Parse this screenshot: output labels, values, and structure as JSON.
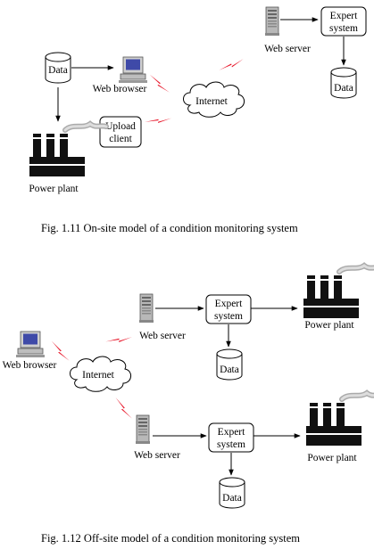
{
  "fig1": {
    "caption": "Fig. 1.11 On-site model of a condition monitoring system",
    "data": "Data",
    "web_browser": "Web browser",
    "upload_client_line1": "Upload",
    "upload_client_line2": "client",
    "internet": "Internet",
    "web_server": "Web server",
    "expert_line1": "Expert",
    "expert_line2": "system",
    "data2": "Data",
    "power_plant": "Power plant"
  },
  "fig2": {
    "caption": "Fig. 1.12 Off-site model of a condition monitoring system",
    "web_browser": "Web browser",
    "internet": "Internet",
    "web_server_top": "Web server",
    "web_server_bottom": "Web server",
    "expert_top_line1": "Expert",
    "expert_top_line2": "system",
    "expert_bottom_line1": "Expert",
    "expert_bottom_line2": "system",
    "data_top": "Data",
    "data_bottom": "Data",
    "power_plant_top": "Power plant",
    "power_plant_bottom": "Power plant"
  },
  "colors": {
    "lightning": "#e8192c",
    "ink": "#000000"
  }
}
